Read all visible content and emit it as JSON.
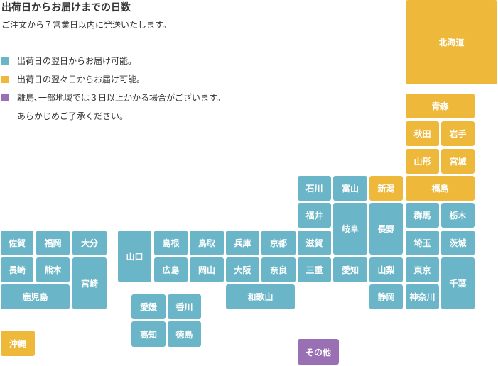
{
  "colors": {
    "next_day": "#6ab6c8",
    "day_after": "#eeb93a",
    "extra": "#9a70b4"
  },
  "header": {
    "title": "出荷日からお届けまでの日数",
    "subtitle": "ご注文から７営業日以内に発送いたします。"
  },
  "legend": [
    {
      "color": "#6ab6c8",
      "text": "出荷日の翌日からお届け可能。"
    },
    {
      "color": "#eeb93a",
      "text": "出荷日の翌々日からお届け可能。"
    },
    {
      "color": "#9a70b4",
      "text": "離島､一部地域では３日以上かかる場合がございます。"
    }
  ],
  "legend_note": "あらかじめご了承ください。",
  "prefectures": {
    "hokkaido": "北海道",
    "aomori": "青森",
    "akita": "秋田",
    "iwate": "岩手",
    "yamagata": "山形",
    "miyagi": "宮城",
    "niigata": "新潟",
    "fukushima": "福島",
    "ishikawa": "石川",
    "toyama": "富山",
    "fukui": "福井",
    "gifu": "岐阜",
    "nagano": "長野",
    "gunma": "群馬",
    "tochigi": "栃木",
    "shiga": "滋賀",
    "saitama": "埼玉",
    "ibaraki": "茨城",
    "mie": "三重",
    "aichi": "愛知",
    "yamanashi": "山梨",
    "tokyo": "東京",
    "chiba": "千葉",
    "shizuoka": "静岡",
    "kanagawa": "神奈川",
    "kyoto": "京都",
    "hyogo": "兵庫",
    "osaka": "大阪",
    "nara": "奈良",
    "wakayama": "和歌山",
    "tottori": "鳥取",
    "shimane": "島根",
    "okayama": "岡山",
    "hiroshima": "広島",
    "yamaguchi": "山口",
    "kagawa": "香川",
    "ehime": "愛媛",
    "tokushima": "徳島",
    "kochi": "高知",
    "fukuoka": "福岡",
    "saga": "佐賀",
    "oita": "大分",
    "nagasaki": "長崎",
    "kumamoto": "熊本",
    "miyazaki": "宮崎",
    "kagoshima": "鹿児島",
    "okinawa": "沖縄",
    "other": "その他"
  }
}
